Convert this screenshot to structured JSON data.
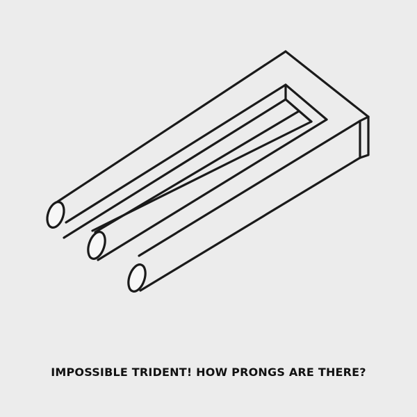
{
  "caption": "IMPOSSIBLE TRIDENT! HOW PRONGS ARE THERE?",
  "colors": {
    "background": "#ececec",
    "ink": "#1a1a1a"
  },
  "illustration": {
    "subject": "impossible trident optical illusion",
    "visible_prong_ends": 3
  }
}
